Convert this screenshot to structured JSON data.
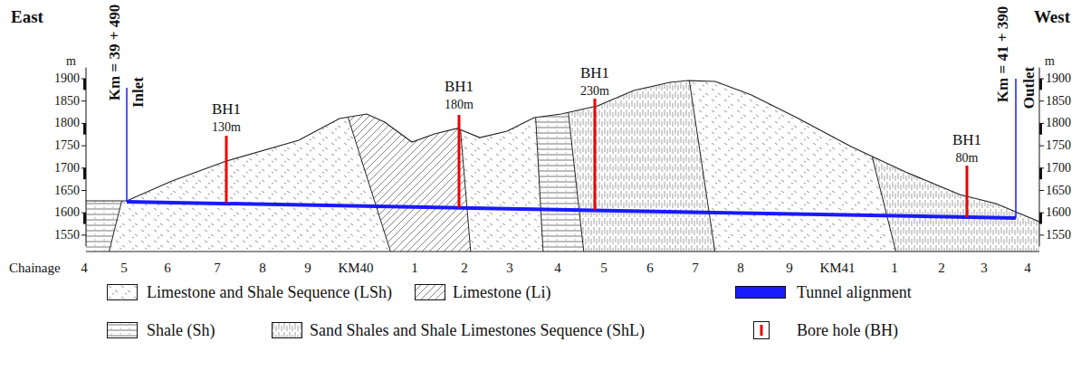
{
  "diagram": {
    "labels": [
      "East",
      "West",
      "m",
      "m",
      "1900",
      "1850",
      "1800",
      "1750",
      "1700",
      "1650",
      "1600",
      "1550",
      "1900",
      "1850",
      "1800",
      "1750",
      "1700",
      "1650",
      "1600",
      "1550",
      "Km = 39 + 490",
      "Inlet",
      "Km = 41 + 390",
      "Outlet",
      "BH1",
      "130m",
      "BH1",
      "180m",
      "BH1",
      "230m",
      "BH1",
      "80m",
      "Chainage",
      "4",
      "5",
      "6",
      "7",
      "8",
      "9",
      "KM40",
      "1",
      "2",
      "3",
      "4",
      "5",
      "6",
      "7",
      "8",
      "9",
      "KM41",
      "1",
      "2",
      "3",
      "4"
    ],
    "legend": [
      {
        "text": "Limestone and Shale Sequence (LSh)"
      },
      {
        "text": "Limestone (Li)"
      },
      {
        "text": "Tunnel alignment",
        "color": "#1a1aff"
      },
      {
        "text": "Shale (Sh)"
      },
      {
        "text": "Sand Shales and Shale Limestones Sequence (ShL)"
      },
      {
        "text": "Bore hole (BH)"
      }
    ]
  }
}
